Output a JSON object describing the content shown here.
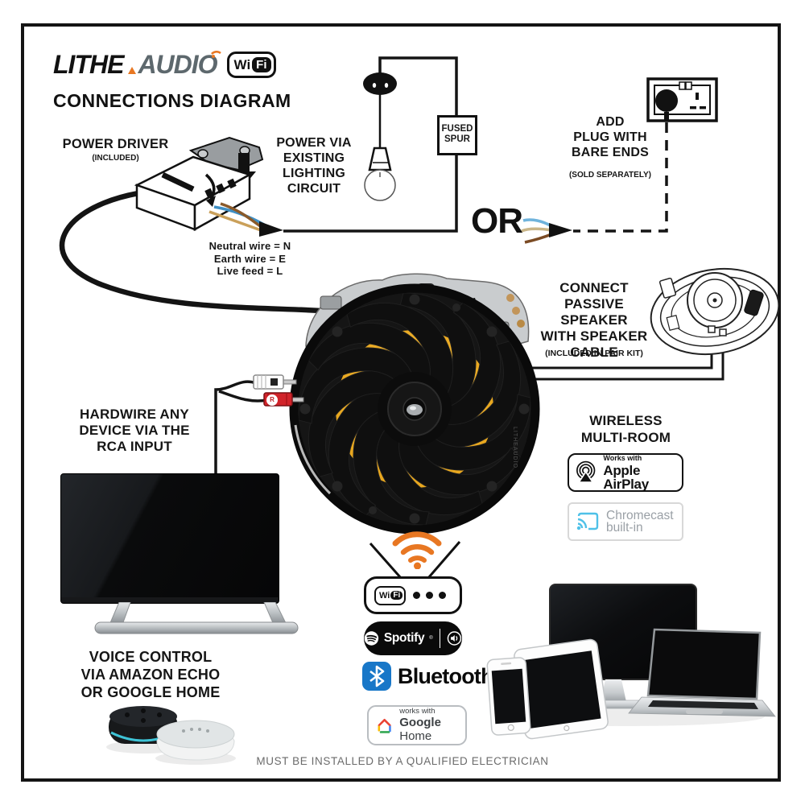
{
  "brand": {
    "lithe": "LITHE",
    "audio": "AUDIO",
    "wifi_wi": "Wi",
    "wifi_fi": "Fi",
    "title": "CONNECTIONS DIAGRAM"
  },
  "colors": {
    "accent_orange": "#E87722",
    "logo_gray": "#5D686D",
    "chromecast_cyan": "#4FC1E8",
    "chromecast_text": "#9AA0A6",
    "bluetooth_blue": "#1877C8",
    "speaker_cone_yellow": "#EFAF2E",
    "google_red": "#EA4335",
    "google_yellow": "#FBBC05",
    "google_green": "#34A853",
    "google_blue": "#4285F4"
  },
  "power_driver": {
    "title": "POWER DRIVER",
    "note": "(INCLUDED)"
  },
  "lighting": {
    "label": "POWER VIA\nEXISTING\nLIGHTING\nCIRCUIT"
  },
  "fused_spur": {
    "label": "FUSED\nSPUR"
  },
  "or_label": "OR",
  "plug": {
    "label": "ADD\nPLUG WITH\nBARE ENDS",
    "note": "(SOLD SEPARATELY)"
  },
  "wire_key": {
    "neutral": "Neutral wire = N",
    "earth": "Earth wire = E",
    "live": "Live feed = L"
  },
  "passive_speaker": {
    "label": "CONNECT\nPASSIVE SPEAKER\nWITH SPEAKER\nCABLE",
    "note": "(INCLUDED IN PAIR KIT)"
  },
  "hardwire": {
    "label": "HARDWIRE ANY\nDEVICE VIA THE\nRCA INPUT"
  },
  "wireless": {
    "label": "WIRELESS\nMULTI-ROOM"
  },
  "voice": {
    "label": "VOICE CONTROL\nVIA AMAZON ECHO\nOR GOOGLE HOME"
  },
  "badges": {
    "airplay": {
      "works_with": "Works with",
      "name": "Apple AirPlay"
    },
    "chromecast": {
      "name": "Chromecast",
      "builtin": "built-in"
    },
    "router": {
      "wi": "Wi",
      "fi": "Fi"
    },
    "spotify": {
      "name": "Spotify",
      "reg": "®"
    },
    "bluetooth": {
      "name": "Bluetooth",
      "reg": "®"
    },
    "google_home": {
      "works_with": "works with",
      "google": "Google",
      "home": " Home"
    }
  },
  "rca": {
    "r_label": "R"
  },
  "speaker": {
    "side_label": "LITHEAUDIO"
  },
  "footer": "MUST BE INSTALLED BY A QUALIFIED ELECTRICIAN"
}
